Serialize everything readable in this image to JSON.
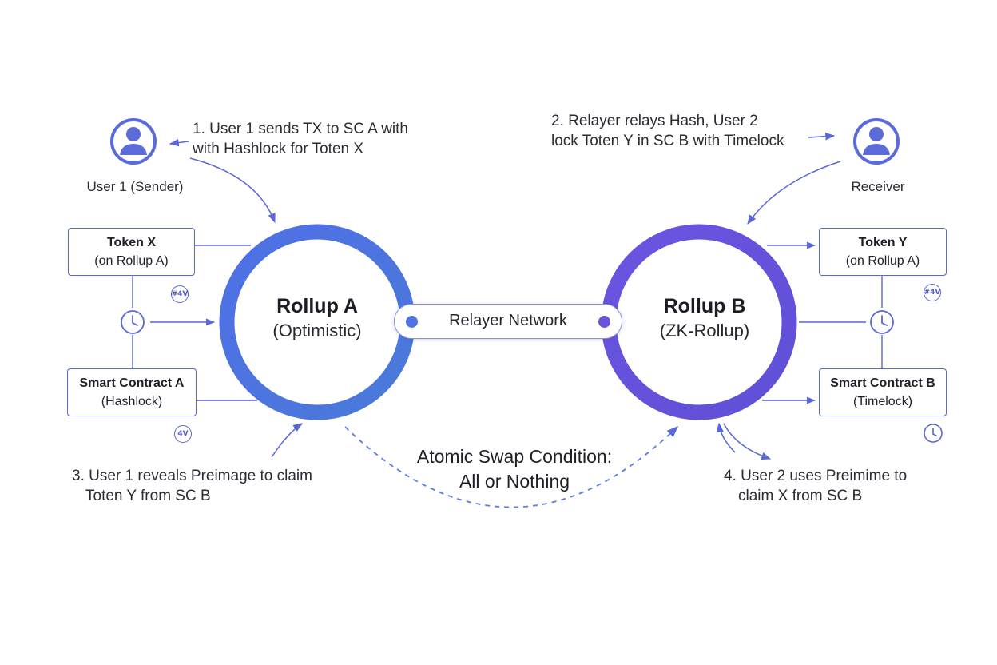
{
  "colors": {
    "ring_a": "#4a72e2",
    "ring_b": "#6a52dc",
    "stroke": "#5a67d8",
    "avatar": "#5b6bd9",
    "dashed": "#5b7be0"
  },
  "users": {
    "sender": {
      "label": "User 1 (Sender)",
      "icon": "user-avatar-icon"
    },
    "receiver": {
      "label": "Receiver",
      "icon": "user-avatar-icon"
    }
  },
  "steps": [
    {
      "line1": "1. User 1 sends TX to SC A with",
      "line2": "with Hashlock for Toten X"
    },
    {
      "line1": "2. Relayer relays Hash, User 2",
      "line2": "lock Toten Y in SC B with Timelock"
    },
    {
      "line1": "3. User 1 reveals Preimage to claim",
      "line2": "Toten Y from SC B"
    },
    {
      "line1": "4. User 2 uses Preimime to",
      "line2": "claim X from SC B"
    }
  ],
  "rollups": [
    {
      "name": "Rollup A",
      "kind": "(Optimistic)"
    },
    {
      "name": "Rollup B",
      "kind": "(ZK-Rollup)"
    }
  ],
  "boxes": {
    "token_x": {
      "title": "Token X",
      "sub": "(on Rollup A)"
    },
    "contract_a": {
      "title": "Smart Contract A",
      "sub": "(Hashlock)"
    },
    "token_y": {
      "title": "Token Y",
      "sub": "(on Rollup A)"
    },
    "contract_b": {
      "title": "Smart Contract B",
      "sub": "(Timelock)"
    }
  },
  "relayer": {
    "label": "Relayer Network"
  },
  "condition": {
    "line1": "Atomic Swap Condition:",
    "line2": "All or Nothing"
  },
  "badges": {
    "hash": "#4V",
    "code": "4V"
  },
  "icons": {
    "clock": "clock-icon",
    "hash": "hashlock-badge-icon"
  }
}
